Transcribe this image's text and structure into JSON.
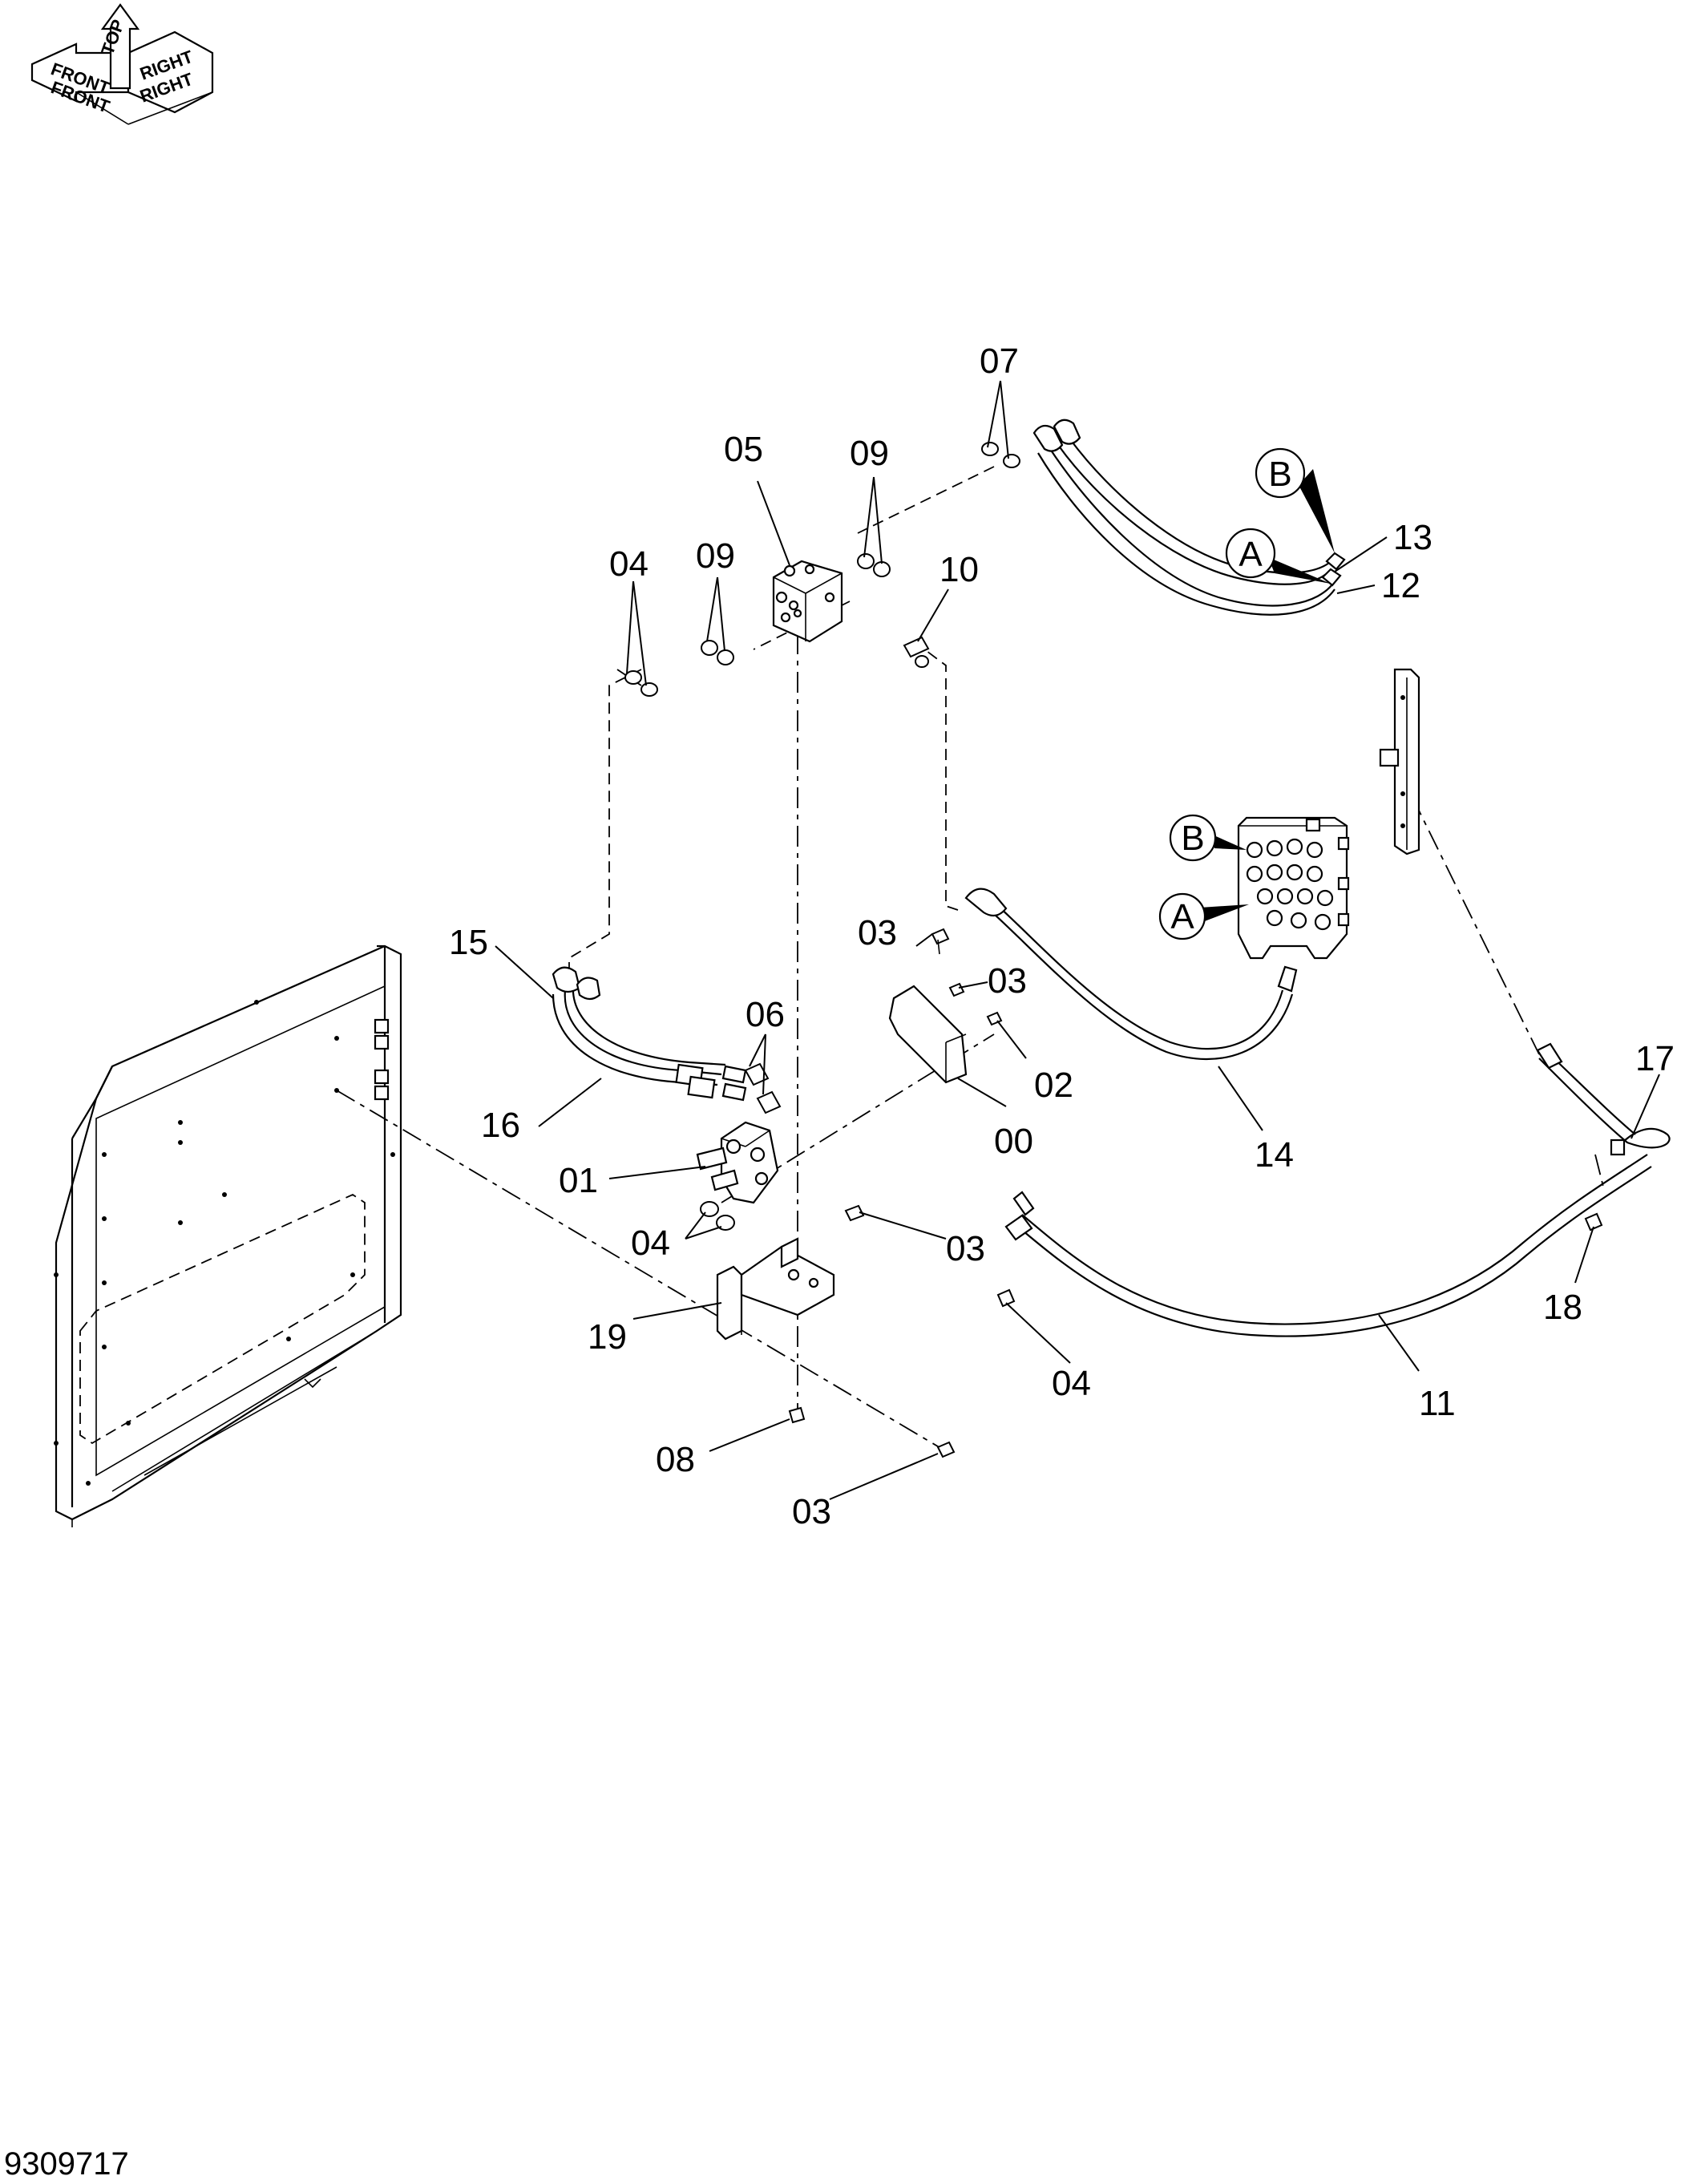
{
  "orientation": {
    "top": "TOP",
    "front": "FRONT",
    "right": "RIGHT",
    "front_mirrored": "FRONT",
    "right_mirrored": "RIGHT"
  },
  "drawing_number": "9309717",
  "parts": {
    "p00": "00",
    "p01": "01",
    "p02": "02",
    "p03": "03",
    "p04": "04",
    "p05": "05",
    "p06": "06",
    "p07": "07",
    "p08": "08",
    "p09": "09",
    "p10": "10",
    "p11": "11",
    "p12": "12",
    "p13": "13",
    "p14": "14",
    "p15": "15",
    "p16": "16",
    "p17": "17",
    "p18": "18",
    "p19": "19"
  },
  "connectors": {
    "a": "A",
    "b": "B"
  }
}
